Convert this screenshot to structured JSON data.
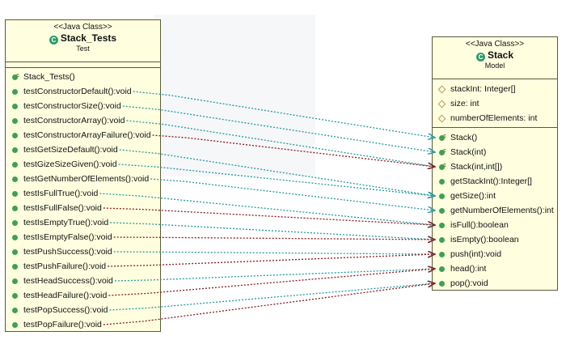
{
  "test_class": {
    "stereotype": "<<Java Class>>",
    "name": "Stack_Tests",
    "package": "Test",
    "methods": [
      "Stack_Tests()",
      "testConstructorDefault():void",
      "testConstructorSize():void",
      "testConstructorArray():void",
      "testConstructorArrayFailure():void",
      "testGetSizeDefault():void",
      "testGizeSizeGiven():void",
      "testGetNumberOfElements():void",
      "testIsFullTrue():void",
      "testIsFullFalse():void",
      "testIsEmptyTrue():void",
      "testIsEmptyFalse():void",
      "testPushSuccess():void",
      "testPushFailure():void",
      "testHeadSuccess():void",
      "testHeadFailure():void",
      "testPopSuccess():void",
      "testPopFailure():void"
    ]
  },
  "model_class": {
    "stereotype": "<<Java Class>>",
    "name": "Stack",
    "package": "Model",
    "fields": [
      "stackInt: Integer[]",
      "size: int",
      "numberOfElements: int"
    ],
    "methods": [
      "Stack()",
      "Stack(int)",
      "Stack(int,int[])",
      "getStackInt():Integer[]",
      "getSize():int",
      "getNumberOfElements():int",
      "isFull():boolean",
      "isEmpty():boolean",
      "push(int):void",
      "head():int",
      "pop():void"
    ]
  },
  "colors": {
    "success_link": "#1f9aa0",
    "failure_link": "#8b1a1a",
    "class_fill": "#ffffe0"
  },
  "links": [
    {
      "from": 1,
      "to": 0,
      "kind": "success"
    },
    {
      "from": 2,
      "to": 1,
      "kind": "success"
    },
    {
      "from": 3,
      "to": 2,
      "kind": "success"
    },
    {
      "from": 4,
      "to": 2,
      "kind": "failure"
    },
    {
      "from": 5,
      "to": 4,
      "kind": "success"
    },
    {
      "from": 6,
      "to": 4,
      "kind": "success"
    },
    {
      "from": 7,
      "to": 5,
      "kind": "success"
    },
    {
      "from": 8,
      "to": 6,
      "kind": "success"
    },
    {
      "from": 9,
      "to": 6,
      "kind": "failure"
    },
    {
      "from": 10,
      "to": 7,
      "kind": "success"
    },
    {
      "from": 11,
      "to": 7,
      "kind": "failure"
    },
    {
      "from": 12,
      "to": 8,
      "kind": "success"
    },
    {
      "from": 13,
      "to": 8,
      "kind": "failure"
    },
    {
      "from": 14,
      "to": 9,
      "kind": "success"
    },
    {
      "from": 15,
      "to": 9,
      "kind": "failure"
    },
    {
      "from": 16,
      "to": 10,
      "kind": "success"
    },
    {
      "from": 17,
      "to": 10,
      "kind": "failure"
    }
  ]
}
